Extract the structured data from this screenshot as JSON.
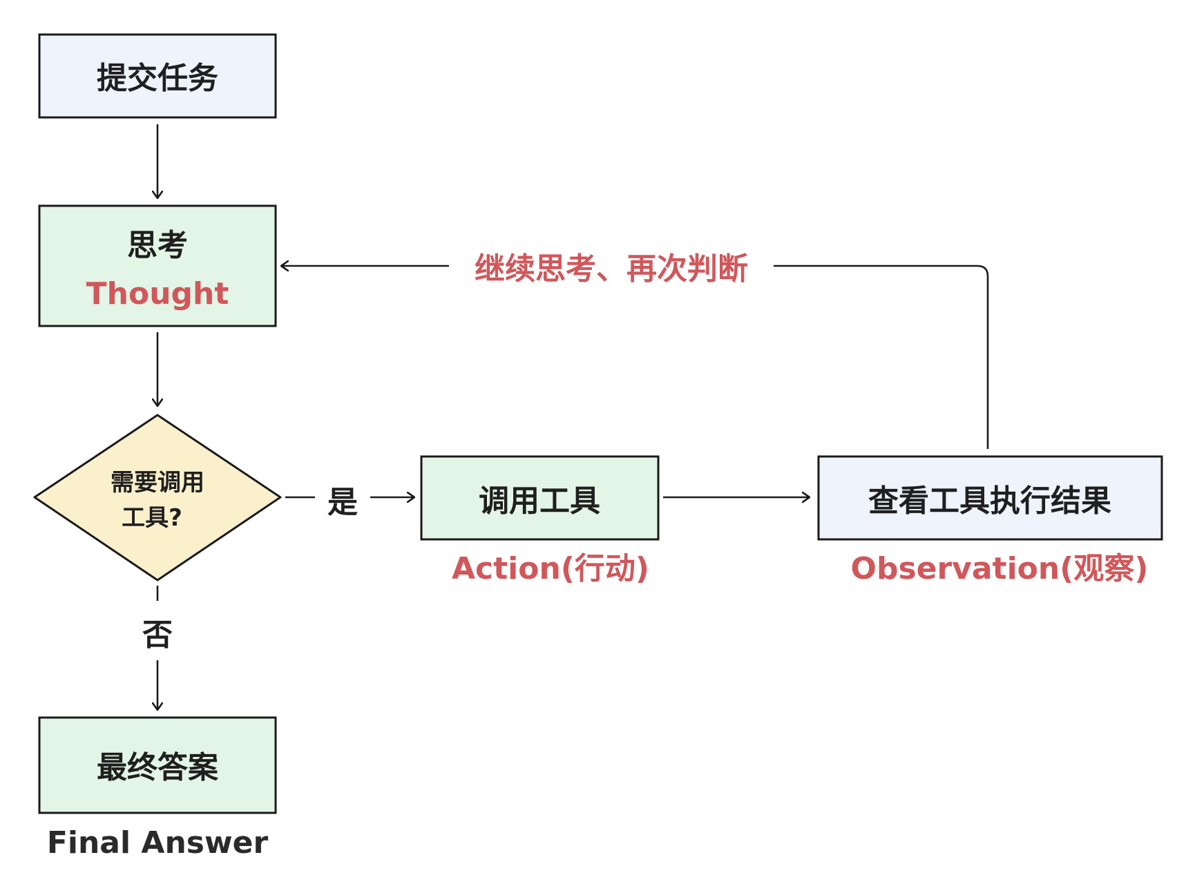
{
  "colors": {
    "accent": "#d0575a",
    "stroke": "#1a1a1a",
    "fill_blue": "#eef3fc",
    "fill_green": "#e2f5e6",
    "fill_yellow": "#fbf0cc"
  },
  "nodes": {
    "submit_task": {
      "label": "提交任务"
    },
    "thought": {
      "label": "思考",
      "sublabel": "Thought"
    },
    "decision": {
      "line1": "需要调用",
      "line2": "工具?"
    },
    "call_tool": {
      "label": "调用工具",
      "caption": "Action(行动)"
    },
    "observe": {
      "label": "查看工具执行结果",
      "caption": "Observation(观察)"
    },
    "final_answer": {
      "label": "最终答案",
      "caption": "Final Answer"
    }
  },
  "edges": {
    "yes_label": "是",
    "no_label": "否",
    "loop_label": "继续思考、再次判断"
  }
}
